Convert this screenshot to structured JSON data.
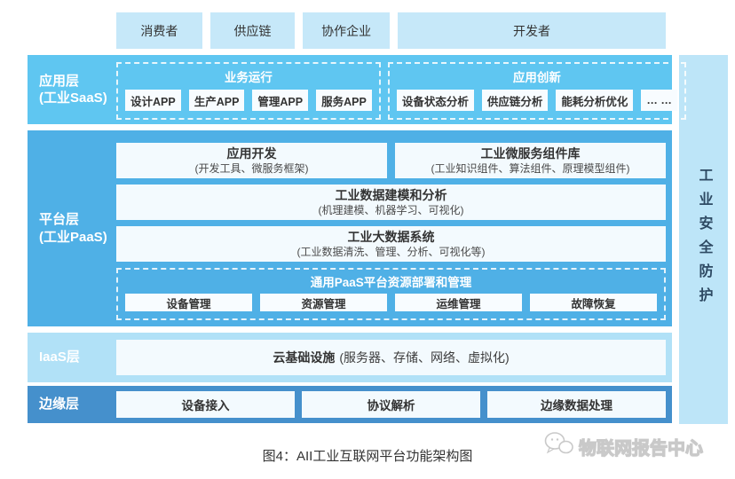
{
  "top_row": {
    "items": [
      "消费者",
      "供应链",
      "协作企业",
      "开发者"
    ]
  },
  "layers": {
    "saas": {
      "name": "应用层",
      "sub": "(工业SaaS)",
      "groups": [
        {
          "title": "业务运行",
          "items": [
            "设计APP",
            "生产APP",
            "管理APP",
            "服务APP"
          ]
        },
        {
          "title": "应用创新",
          "items": [
            "设备状态分析",
            "供应链分析",
            "能耗分析优化",
            "… …"
          ]
        }
      ]
    },
    "paas": {
      "name": "平台层",
      "sub": "(工业PaaS)",
      "cards": [
        {
          "title": "应用开发",
          "desc": "(开发工具、微服务框架)"
        },
        {
          "title": "工业微服务组件库",
          "desc": "(工业知识组件、算法组件、原理模型组件)"
        },
        {
          "title": "工业数据建模和分析",
          "desc": "(机理建模、机器学习、可视化)"
        },
        {
          "title": "工业大数据系统",
          "desc": "(工业数据清洗、管理、分析、可视化等)"
        }
      ],
      "group": {
        "title": "通用PaaS平台资源部署和管理",
        "items": [
          "设备管理",
          "资源管理",
          "运维管理",
          "故障恢复"
        ]
      }
    },
    "iaas": {
      "name": "IaaS层",
      "card_title": "云基础设施",
      "card_desc": "(服务器、存储、网络、虚拟化)"
    },
    "edge": {
      "name": "边缘层",
      "items": [
        "设备接入",
        "协议解析",
        "边缘数据处理"
      ]
    }
  },
  "security_bar": {
    "label": "工业安全防护"
  },
  "caption": "图4：AII工业互联网平台功能架构图",
  "watermark": {
    "label": "物联网报告中心",
    "icon": "chat-bubbles-logo"
  },
  "colors": {
    "top_box": "#C6E8F9",
    "saas_band": "#5FC6F1",
    "paas_band": "#4FB0E6",
    "iaas_band": "#B1E1F7",
    "edge_band": "#4590CC",
    "security_bar": "#BDE5F8",
    "card_bg": "#F3FAFE",
    "text_dark": "#333333"
  }
}
